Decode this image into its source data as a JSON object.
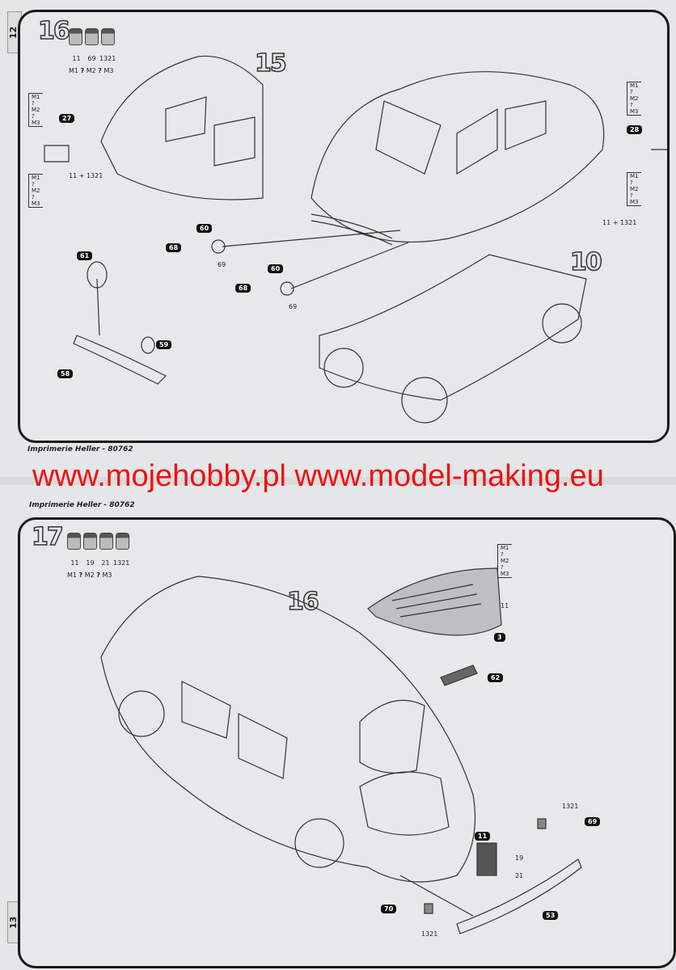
{
  "watermark": "www.mojehobby.pl www.model-making.eu",
  "pages": [
    {
      "page_number": "12",
      "footer": "Imprimerie Heller - 80762",
      "step": "16",
      "paints": [
        "11",
        "69",
        "1321"
      ],
      "mix": [
        "M1",
        "?",
        "M2",
        "?",
        "M3"
      ],
      "ref_step": "15",
      "chassis_ref": "10",
      "parts": [
        "27",
        "28",
        "60",
        "60",
        "68",
        "68",
        "61",
        "59",
        "58"
      ],
      "notes": [
        "11 + 1321",
        "11 + 1321",
        "69",
        "69"
      ],
      "bracket": [
        "M1",
        "?",
        "M2",
        "?",
        "M3"
      ]
    },
    {
      "page_number": "13",
      "footer": "Imprimerie Heller - 80762",
      "step": "17",
      "paints": [
        "11",
        "19",
        "21",
        "1321"
      ],
      "mix": [
        "M1",
        "?",
        "M2",
        "?",
        "M3"
      ],
      "ref_step": "16",
      "parts": [
        "3",
        "62",
        "69",
        "11",
        "53",
        "70"
      ],
      "notes": [
        "11",
        "1321",
        "19",
        "21",
        "1321"
      ],
      "bracket": [
        "M1",
        "?",
        "M2",
        "?",
        "M3"
      ]
    }
  ]
}
